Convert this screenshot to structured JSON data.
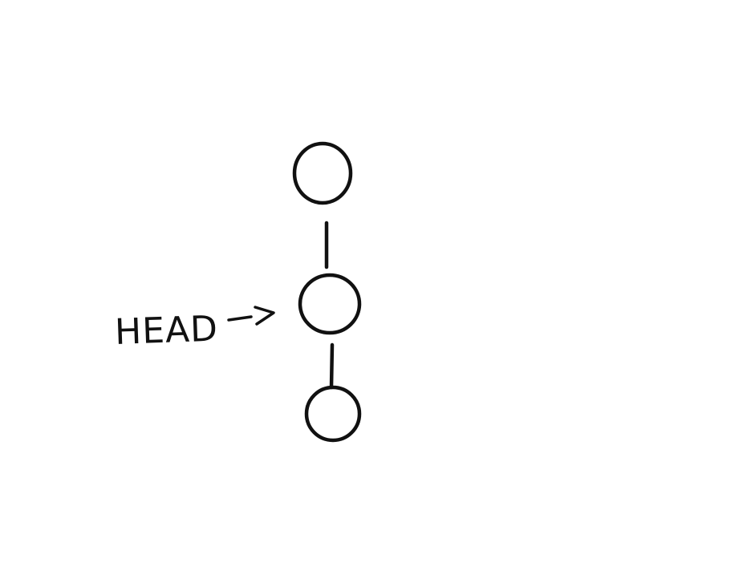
{
  "diagram": {
    "nodes": [
      "commit-top",
      "commit-middle",
      "commit-bottom"
    ],
    "edges": [
      {
        "from": "commit-top",
        "to": "commit-middle"
      },
      {
        "from": "commit-middle",
        "to": "commit-bottom"
      }
    ],
    "pointer": {
      "label": "HEAD",
      "target": "commit-middle"
    },
    "colors": {
      "ink": "#111111",
      "background": "#ffffff"
    }
  }
}
